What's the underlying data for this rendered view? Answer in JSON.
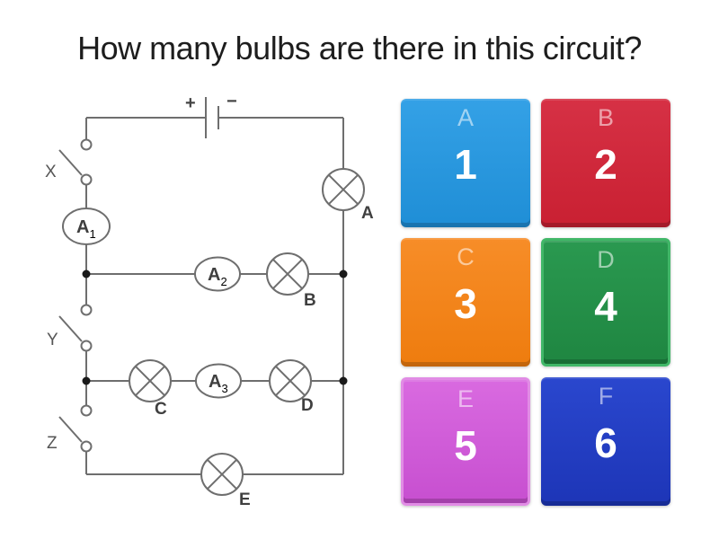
{
  "title": "How many bulbs are there in this circuit?",
  "answers": [
    {
      "letter": "A",
      "value": "1",
      "color_top": "#34a1e6",
      "color_bottom": "#1f8ed6",
      "border_color": ""
    },
    {
      "letter": "B",
      "value": "2",
      "color_top": "#d63145",
      "color_bottom": "#c92032",
      "border_color": ""
    },
    {
      "letter": "C",
      "value": "3",
      "color_top": "#f78d28",
      "color_bottom": "#ee7c0e",
      "border_color": ""
    },
    {
      "letter": "D",
      "value": "4",
      "color_top": "#2a9950",
      "color_bottom": "#1f8641",
      "border_color": "#41b768"
    },
    {
      "letter": "E",
      "value": "5",
      "color_top": "#d96ae0",
      "color_bottom": "#c74fd0",
      "border_color": "#e18ce5"
    },
    {
      "letter": "F",
      "value": "6",
      "color_top": "#2a47ce",
      "color_bottom": "#1d35b7",
      "border_color": ""
    }
  ],
  "circuit": {
    "battery": {
      "plus": "+",
      "minus": "−"
    },
    "switches": [
      {
        "label": "X"
      },
      {
        "label": "Y"
      },
      {
        "label": "Z"
      }
    ],
    "ammeters": [
      {
        "label": "A",
        "sub": "1"
      },
      {
        "label": "A",
        "sub": "2"
      },
      {
        "label": "A",
        "sub": "3"
      }
    ],
    "bulbs": [
      {
        "label": "A"
      },
      {
        "label": "B"
      },
      {
        "label": "C"
      },
      {
        "label": "D"
      },
      {
        "label": "E"
      }
    ]
  }
}
